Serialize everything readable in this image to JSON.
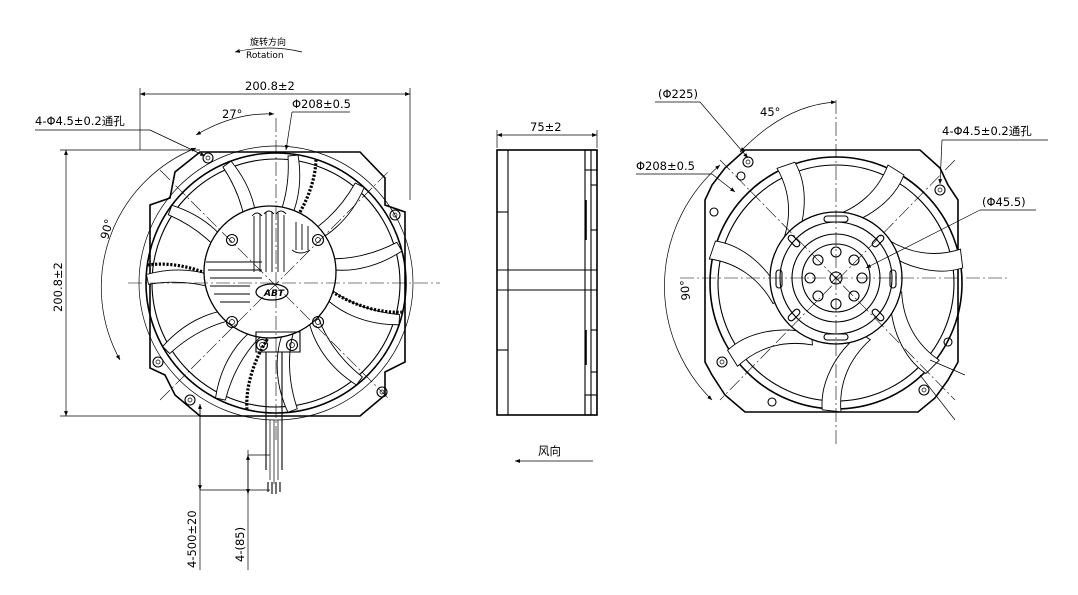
{
  "labels": {
    "rotation_cn": "旋转方向",
    "rotation_en": "Rotation",
    "width_left": "200.8±2",
    "hole_left": "4-Φ4.5±0.2通孔",
    "angle_27": "27°",
    "dia_208_left": "Φ208±0.5",
    "angle_90_left": "90°",
    "height_left": "200.8±2",
    "cable_length": "4-500±20",
    "strip_length": "4-(85)",
    "depth": "75±2",
    "airflow": "风向",
    "dia_225": "(Φ225)",
    "angle_45": "45°",
    "hole_right": "4-Φ4.5±0.2通孔",
    "dia_208_right": "Φ208±0.5",
    "dia_45": "(Φ45.5)",
    "angle_90_right": "90°",
    "logo": "ABT"
  }
}
